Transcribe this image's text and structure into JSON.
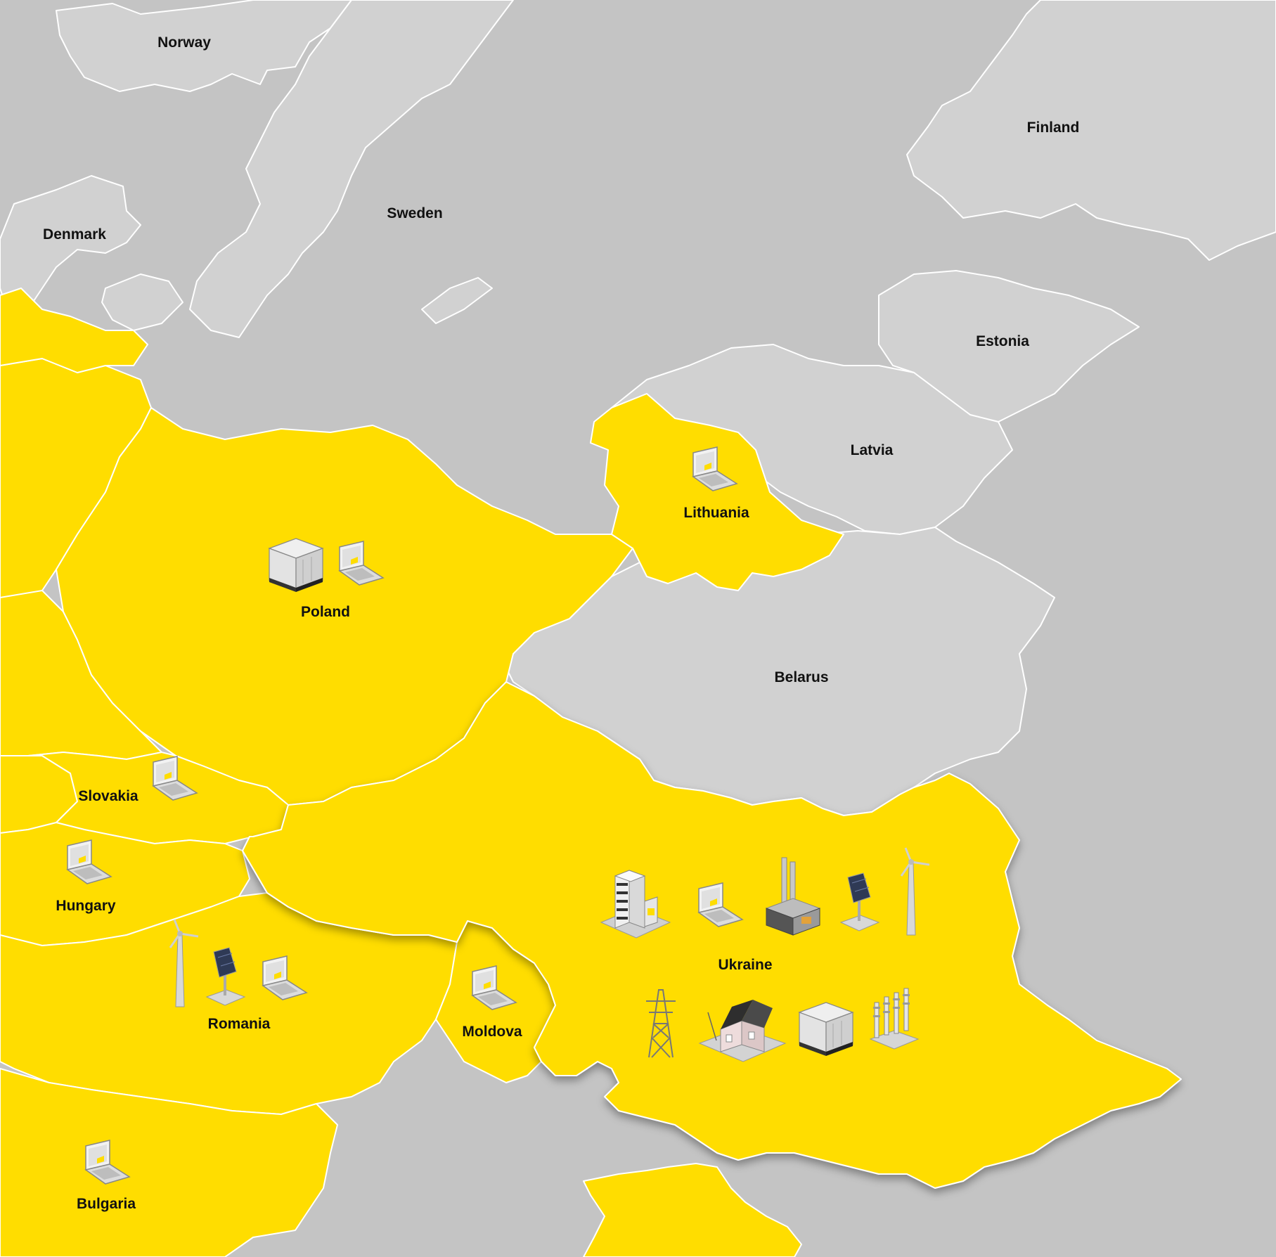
{
  "map": {
    "colors": {
      "sea": "#c4c4c4",
      "land": "#d1d1d1",
      "highlight": "#ffdd00",
      "border": "#ffffff",
      "label": "#111111"
    },
    "countries": {
      "norway": {
        "name": "Norway",
        "highlighted": false,
        "icons": []
      },
      "sweden": {
        "name": "Sweden",
        "highlighted": false,
        "icons": []
      },
      "finland": {
        "name": "Finland",
        "highlighted": false,
        "icons": []
      },
      "denmark": {
        "name": "Denmark",
        "highlighted": false,
        "icons": []
      },
      "estonia": {
        "name": "Estonia",
        "highlighted": false,
        "icons": []
      },
      "latvia": {
        "name": "Latvia",
        "highlighted": false,
        "icons": []
      },
      "lithuania": {
        "name": "Lithuania",
        "highlighted": true,
        "icons": [
          "laptop-icon"
        ]
      },
      "belarus": {
        "name": "Belarus",
        "highlighted": false,
        "icons": []
      },
      "poland": {
        "name": "Poland",
        "highlighted": true,
        "icons": [
          "battery-storage-icon",
          "laptop-icon"
        ]
      },
      "slovakia": {
        "name": "Slovakia",
        "highlighted": true,
        "icons": [
          "laptop-icon"
        ]
      },
      "hungary": {
        "name": "Hungary",
        "highlighted": true,
        "icons": [
          "laptop-icon"
        ]
      },
      "romania": {
        "name": "Romania",
        "highlighted": true,
        "icons": [
          "wind-turbine-icon",
          "solar-panel-icon",
          "laptop-icon"
        ]
      },
      "moldova": {
        "name": "Moldova",
        "highlighted": true,
        "icons": [
          "laptop-icon"
        ]
      },
      "ukraine": {
        "name": "Ukraine",
        "highlighted": true,
        "icons": [
          "office-building-icon",
          "laptop-icon",
          "power-plant-icon",
          "solar-panel-icon",
          "wind-turbine-icon",
          "transmission-tower-icon",
          "house-icon",
          "battery-storage-icon",
          "substation-icon"
        ]
      },
      "bulgaria": {
        "name": "Bulgaria",
        "highlighted": true,
        "icons": [
          "laptop-icon"
        ]
      }
    }
  }
}
